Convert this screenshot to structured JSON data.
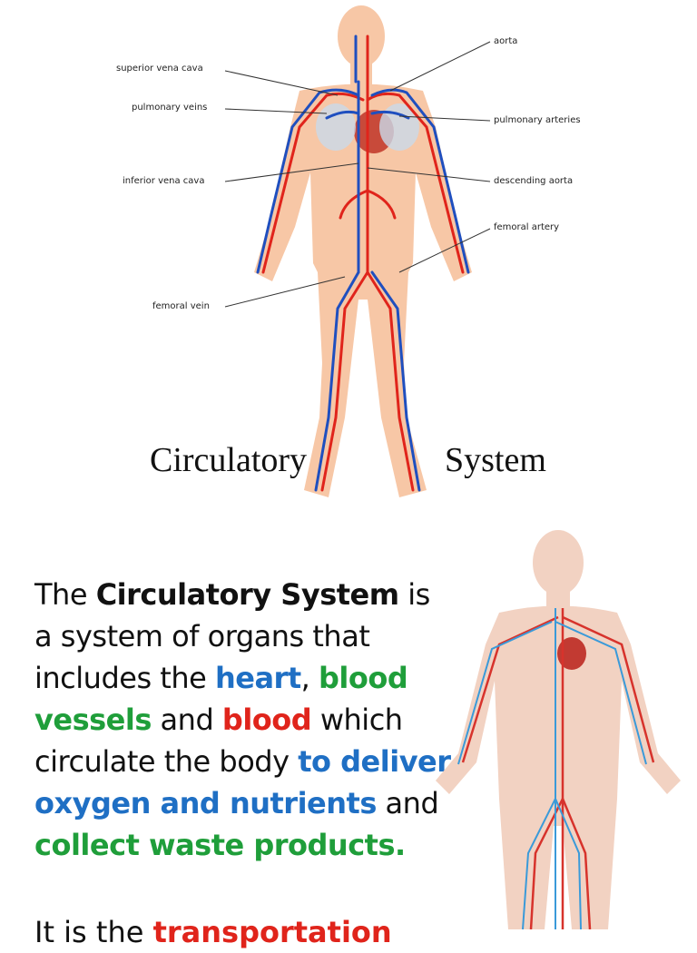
{
  "diagram": {
    "labels": {
      "aorta": "aorta",
      "superior_vena_cava": "superior vena cava",
      "pulmonary_veins": "pulmonary veins",
      "pulmonary_arteries": "pulmonary arteries",
      "inferior_vena_cava": "inferior vena cava",
      "descending_aorta": "descending aorta",
      "femoral_artery": "femoral artery",
      "femoral_vein": "femoral vein"
    },
    "caption_left": "Circulatory",
    "caption_right": "System"
  },
  "text": {
    "p1": "The ",
    "p2": "Circulatory System",
    "p3": " is a system of organs that includes the ",
    "p4": "heart",
    "p5": ", ",
    "p6": "blood vessels",
    "p7": " and ",
    "p8": "blood",
    "p9": " which circulate the body ",
    "p10": "to deliver oxygen and nutrients",
    "p11": " and ",
    "p12": "collect waste products.",
    "line2a": "It is the ",
    "line2b": "transportation"
  },
  "colors": {
    "artery": "#e0241b",
    "vein": "#1f4fbf",
    "skin": "#f7c7a6",
    "blue_text": "#1f6fc4",
    "green_text": "#1f9e3a",
    "red_text": "#e0241b"
  }
}
